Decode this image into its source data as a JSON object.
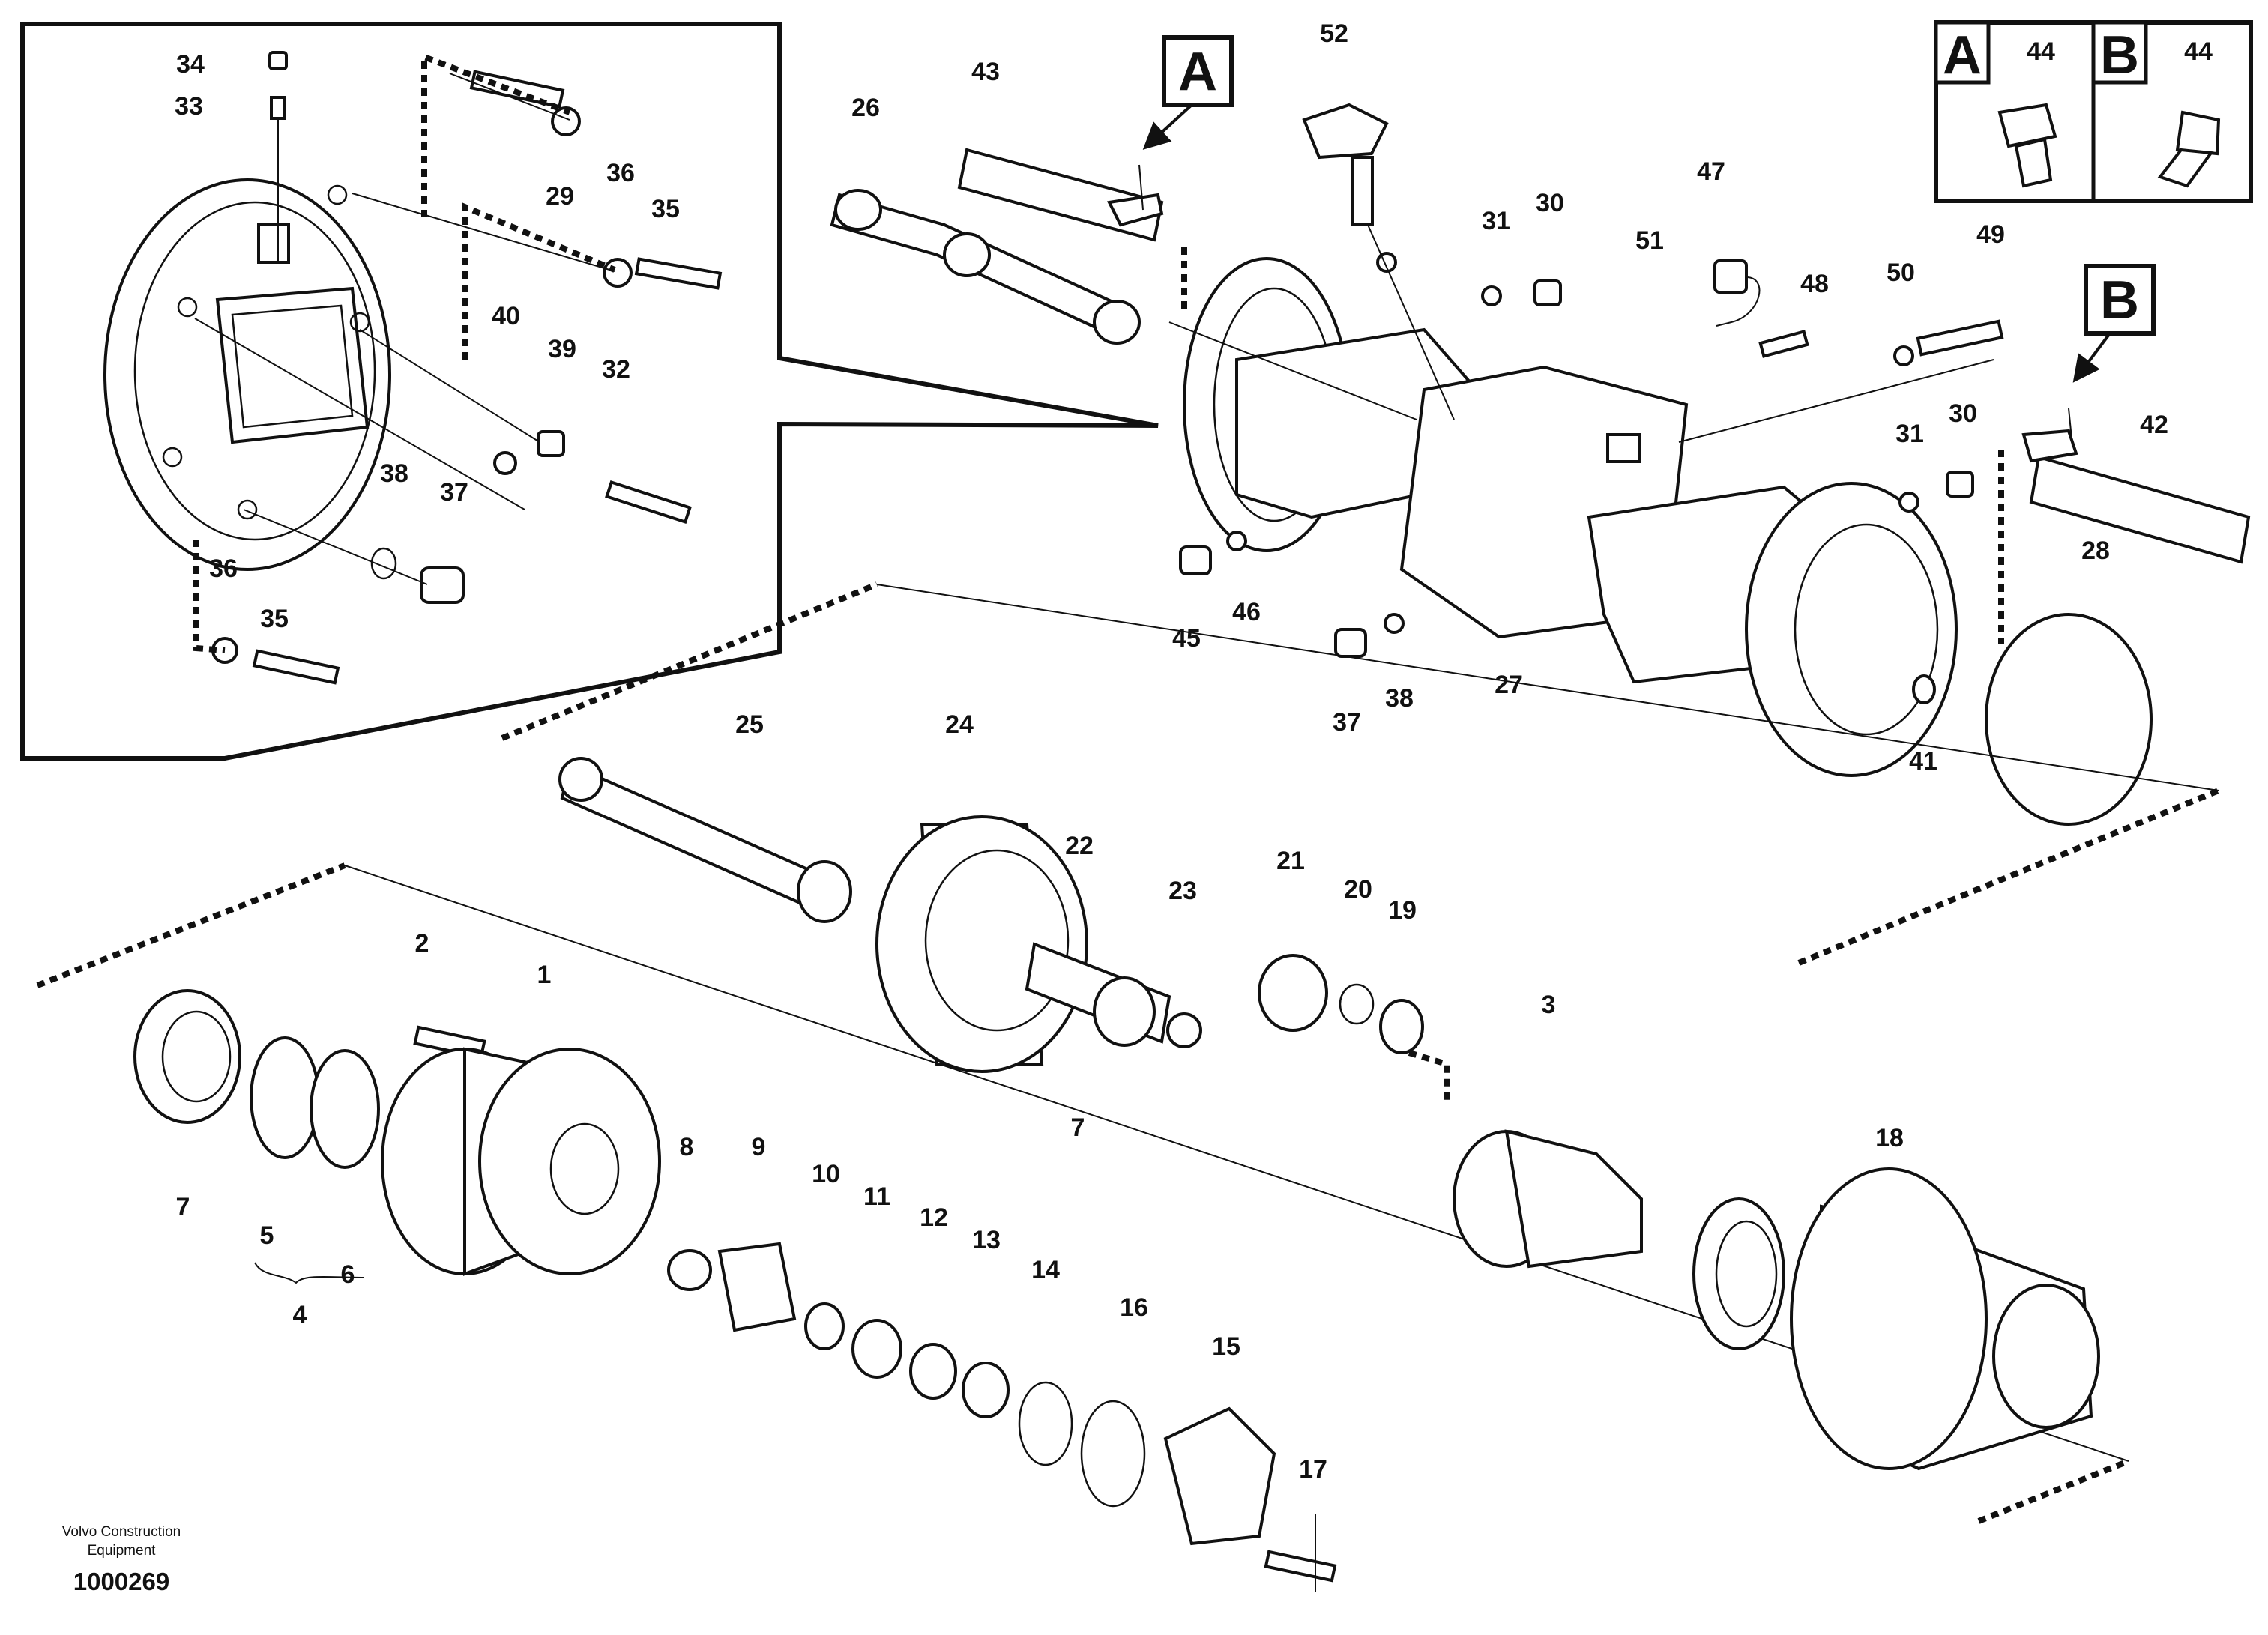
{
  "part_labels": [
    "1",
    "2",
    "3",
    "4",
    "5",
    "6",
    "7",
    "7",
    "8",
    "9",
    "10",
    "11",
    "12",
    "13",
    "14",
    "15",
    "16",
    "17",
    "18",
    "19",
    "20",
    "21",
    "22",
    "23",
    "24",
    "25",
    "26",
    "27",
    "28",
    "29",
    "30",
    "30",
    "31",
    "31",
    "32",
    "33",
    "34",
    "35",
    "35",
    "36",
    "36",
    "37",
    "37",
    "38",
    "38",
    "39",
    "40",
    "41",
    "42",
    "43",
    "44",
    "44",
    "45",
    "46",
    "47",
    "48",
    "49",
    "50",
    "51",
    "52"
  ],
  "view_markers": [
    "A",
    "B"
  ],
  "legend": {
    "cells": [
      {
        "letter": "A",
        "number": "44"
      },
      {
        "letter": "B",
        "number": "44"
      }
    ]
  },
  "footer": {
    "brand_line1": "Volvo Construction",
    "brand_line2": "Equipment",
    "drawing_number": "1000269"
  }
}
